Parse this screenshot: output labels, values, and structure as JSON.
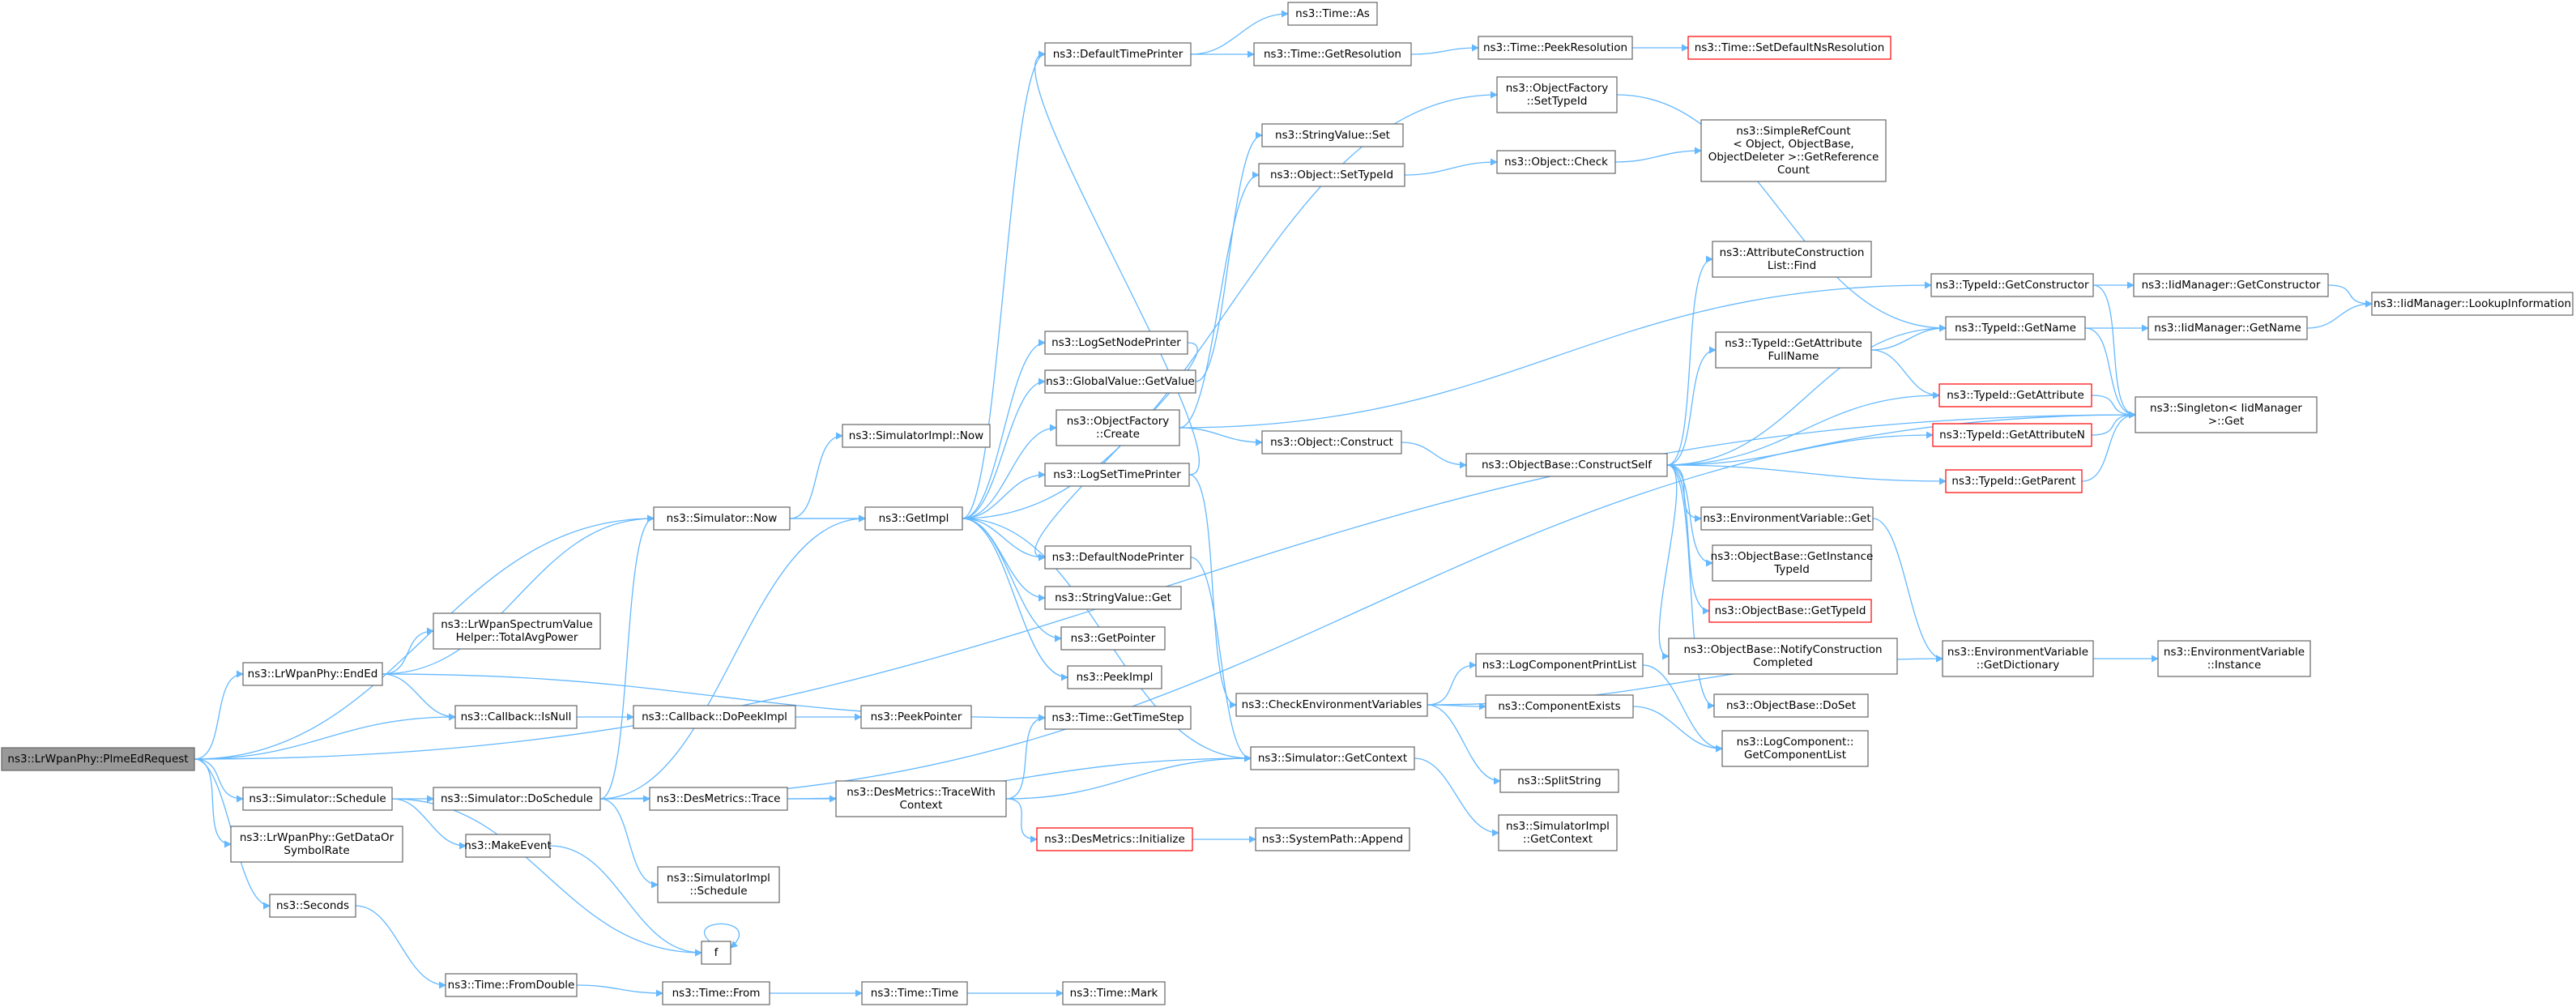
{
  "colors": {
    "edge": "#63b8ff",
    "node_border": "#666666",
    "node_fill": "#ffffff",
    "root_fill": "#999999",
    "root_border": "#666666",
    "red_border": "#ff0000"
  },
  "nodes": [
    {
      "id": "n0",
      "lines": [
        "ns3::LrWpanPhy::PlmeEdRequest"
      ],
      "style": "root"
    },
    {
      "id": "n1",
      "lines": [
        "ns3::Simulator::Now"
      ]
    },
    {
      "id": "n2",
      "lines": [
        "ns3::LrWpanPhy::EndEd"
      ]
    },
    {
      "id": "n3",
      "lines": [
        "ns3::Callback::IsNull"
      ]
    },
    {
      "id": "n4",
      "lines": [
        "ns3::Simulator::Schedule"
      ]
    },
    {
      "id": "n5",
      "lines": [
        "ns3::LrWpanPhy::GetDataOr",
        "SymbolRate"
      ]
    },
    {
      "id": "n6",
      "lines": [
        "ns3::Seconds"
      ]
    },
    {
      "id": "n7",
      "lines": [
        "ns3::LrWpanSpectrumValue",
        "Helper::TotalAvgPower"
      ]
    },
    {
      "id": "n8",
      "lines": [
        "ns3::SimulatorImpl::Now"
      ]
    },
    {
      "id": "n9",
      "lines": [
        "ns3::GetImpl"
      ]
    },
    {
      "id": "n10",
      "lines": [
        "ns3::Callback::DoPeekImpl"
      ]
    },
    {
      "id": "n11",
      "lines": [
        "ns3::Simulator::DoSchedule"
      ]
    },
    {
      "id": "n12",
      "lines": [
        "ns3::MakeEvent"
      ]
    },
    {
      "id": "n13",
      "lines": [
        "ns3::Time::FromDouble"
      ]
    },
    {
      "id": "n14",
      "lines": [
        "ns3::DefaultTimePrinter"
      ]
    },
    {
      "id": "n15",
      "lines": [
        "ns3::LogSetNodePrinter"
      ]
    },
    {
      "id": "n16",
      "lines": [
        "ns3::GlobalValue::GetValue"
      ]
    },
    {
      "id": "n17",
      "lines": [
        "ns3::ObjectFactory",
        "::Create"
      ]
    },
    {
      "id": "n18",
      "lines": [
        "ns3::LogSetTimePrinter"
      ]
    },
    {
      "id": "n19",
      "lines": [
        "ns3::DefaultNodePrinter"
      ]
    },
    {
      "id": "n20",
      "lines": [
        "ns3::StringValue::Get"
      ]
    },
    {
      "id": "n21",
      "lines": [
        "ns3::GetPointer"
      ]
    },
    {
      "id": "n22",
      "lines": [
        "ns3::PeekImpl"
      ]
    },
    {
      "id": "n23",
      "lines": [
        "ns3::PeekPointer"
      ]
    },
    {
      "id": "n24",
      "lines": [
        "ns3::Time::GetTimeStep"
      ]
    },
    {
      "id": "n25",
      "lines": [
        "ns3::DesMetrics::Trace"
      ]
    },
    {
      "id": "n26",
      "lines": [
        "ns3::DesMetrics::TraceWith",
        "Context"
      ]
    },
    {
      "id": "n27",
      "lines": [
        "ns3::SimulatorImpl",
        "::Schedule"
      ]
    },
    {
      "id": "n28",
      "lines": [
        "f"
      ]
    },
    {
      "id": "n29",
      "lines": [
        "ns3::Time::From"
      ]
    },
    {
      "id": "n30",
      "lines": [
        "ns3::Time::Time"
      ]
    },
    {
      "id": "n31",
      "lines": [
        "ns3::Time::Mark"
      ]
    },
    {
      "id": "n32",
      "lines": [
        "ns3::Time::As"
      ]
    },
    {
      "id": "n33",
      "lines": [
        "ns3::Time::GetResolution"
      ]
    },
    {
      "id": "n34",
      "lines": [
        "ns3::StringValue::Set"
      ]
    },
    {
      "id": "n35",
      "lines": [
        "ns3::Object::SetTypeId"
      ]
    },
    {
      "id": "n36",
      "lines": [
        "ns3::Object::Construct"
      ]
    },
    {
      "id": "n37",
      "lines": [
        "ns3::CheckEnvironmentVariables"
      ]
    },
    {
      "id": "n38",
      "lines": [
        "ns3::Simulator::GetContext"
      ]
    },
    {
      "id": "n39",
      "lines": [
        "ns3::DesMetrics::Initialize"
      ],
      "style": "red"
    },
    {
      "id": "n40",
      "lines": [
        "ns3::SystemPath::Append"
      ]
    },
    {
      "id": "n41",
      "lines": [
        "ns3::Time::PeekResolution"
      ]
    },
    {
      "id": "n42",
      "lines": [
        "ns3::Time::SetDefaultNsResolution"
      ],
      "style": "red"
    },
    {
      "id": "n43",
      "lines": [
        "ns3::ObjectFactory",
        "::SetTypeId"
      ]
    },
    {
      "id": "n44",
      "lines": [
        "ns3::Object::Check"
      ]
    },
    {
      "id": "n45",
      "lines": [
        "ns3::SimpleRefCount",
        "< Object, ObjectBase,",
        "ObjectDeleter >::GetReference",
        "Count"
      ]
    },
    {
      "id": "n46",
      "lines": [
        "ns3::ObjectBase::ConstructSelf"
      ]
    },
    {
      "id": "n47",
      "lines": [
        "ns3::LogComponentPrintList"
      ]
    },
    {
      "id": "n48",
      "lines": [
        "ns3::ComponentExists"
      ]
    },
    {
      "id": "n49",
      "lines": [
        "ns3::SplitString"
      ]
    },
    {
      "id": "n50",
      "lines": [
        "ns3::SimulatorImpl",
        "::GetContext"
      ]
    },
    {
      "id": "n51",
      "lines": [
        "ns3::AttributeConstruction",
        "List::Find"
      ]
    },
    {
      "id": "n52",
      "lines": [
        "ns3::TypeId::GetAttribute",
        "FullName"
      ]
    },
    {
      "id": "n53",
      "lines": [
        "ns3::EnvironmentVariable::Get"
      ]
    },
    {
      "id": "n54",
      "lines": [
        "ns3::ObjectBase::GetInstance",
        "TypeId"
      ]
    },
    {
      "id": "n55",
      "lines": [
        "ns3::ObjectBase::GetTypeId"
      ],
      "style": "red"
    },
    {
      "id": "n56",
      "lines": [
        "ns3::ObjectBase::NotifyConstruction",
        "Completed"
      ]
    },
    {
      "id": "n57",
      "lines": [
        "ns3::ObjectBase::DoSet"
      ]
    },
    {
      "id": "n58",
      "lines": [
        "ns3::LogComponent::",
        "GetComponentList"
      ]
    },
    {
      "id": "n59",
      "lines": [
        "ns3::TypeId::GetConstructor"
      ]
    },
    {
      "id": "n60",
      "lines": [
        "ns3::TypeId::GetName"
      ]
    },
    {
      "id": "n61",
      "lines": [
        "ns3::TypeId::GetAttribute"
      ],
      "style": "red"
    },
    {
      "id": "n62",
      "lines": [
        "ns3::TypeId::GetAttributeN"
      ],
      "style": "red"
    },
    {
      "id": "n63",
      "lines": [
        "ns3::TypeId::GetParent"
      ],
      "style": "red"
    },
    {
      "id": "n64",
      "lines": [
        "ns3::EnvironmentVariable",
        "::GetDictionary"
      ]
    },
    {
      "id": "n65",
      "lines": [
        "ns3::IidManager::GetConstructor"
      ]
    },
    {
      "id": "n66",
      "lines": [
        "ns3::IidManager::GetName"
      ]
    },
    {
      "id": "n67",
      "lines": [
        "ns3::Singleton< IidManager",
        ">::Get"
      ]
    },
    {
      "id": "n68",
      "lines": [
        "ns3::EnvironmentVariable",
        "::Instance"
      ]
    },
    {
      "id": "n69",
      "lines": [
        "ns3::IidManager::LookupInformation"
      ]
    }
  ],
  "edges": [
    [
      "n0",
      "n1"
    ],
    [
      "n0",
      "n2"
    ],
    [
      "n0",
      "n3"
    ],
    [
      "n0",
      "n4"
    ],
    [
      "n0",
      "n5"
    ],
    [
      "n0",
      "n6"
    ],
    [
      "n0",
      "n67"
    ],
    [
      "n1",
      "n8"
    ],
    [
      "n1",
      "n9"
    ],
    [
      "n2",
      "n1"
    ],
    [
      "n2",
      "n7"
    ],
    [
      "n2",
      "n3"
    ],
    [
      "n2",
      "n24"
    ],
    [
      "n3",
      "n10"
    ],
    [
      "n10",
      "n23"
    ],
    [
      "n4",
      "n11"
    ],
    [
      "n4",
      "n12"
    ],
    [
      "n4",
      "n28"
    ],
    [
      "n6",
      "n13"
    ],
    [
      "n13",
      "n29"
    ],
    [
      "n29",
      "n30"
    ],
    [
      "n30",
      "n31"
    ],
    [
      "n11",
      "n1"
    ],
    [
      "n11",
      "n9"
    ],
    [
      "n11",
      "n25"
    ],
    [
      "n11",
      "n27"
    ],
    [
      "n11",
      "n67"
    ],
    [
      "n12",
      "n28"
    ],
    [
      "n28",
      "n28"
    ],
    [
      "n25",
      "n26"
    ],
    [
      "n25",
      "n38"
    ],
    [
      "n26",
      "n24"
    ],
    [
      "n26",
      "n38"
    ],
    [
      "n26",
      "n39"
    ],
    [
      "n39",
      "n40"
    ],
    [
      "n9",
      "n14"
    ],
    [
      "n9",
      "n15"
    ],
    [
      "n9",
      "n16"
    ],
    [
      "n9",
      "n17"
    ],
    [
      "n9",
      "n18"
    ],
    [
      "n9",
      "n19"
    ],
    [
      "n9",
      "n20"
    ],
    [
      "n9",
      "n21"
    ],
    [
      "n9",
      "n22"
    ],
    [
      "n9",
      "n43"
    ],
    [
      "n9",
      "n1"
    ],
    [
      "n9",
      "n38"
    ],
    [
      "n14",
      "n32"
    ],
    [
      "n14",
      "n33"
    ],
    [
      "n33",
      "n41"
    ],
    [
      "n41",
      "n42"
    ],
    [
      "n16",
      "n34"
    ],
    [
      "n17",
      "n35"
    ],
    [
      "n17",
      "n36"
    ],
    [
      "n17",
      "n59"
    ],
    [
      "n35",
      "n44"
    ],
    [
      "n44",
      "n45"
    ],
    [
      "n36",
      "n46"
    ],
    [
      "n18",
      "n14"
    ],
    [
      "n18",
      "n37"
    ],
    [
      "n15",
      "n19"
    ],
    [
      "n19",
      "n38"
    ],
    [
      "n37",
      "n47"
    ],
    [
      "n37",
      "n48"
    ],
    [
      "n37",
      "n49"
    ],
    [
      "n37",
      "n64"
    ],
    [
      "n47",
      "n58"
    ],
    [
      "n48",
      "n58"
    ],
    [
      "n38",
      "n50"
    ],
    [
      "n43",
      "n60"
    ],
    [
      "n46",
      "n51"
    ],
    [
      "n46",
      "n52"
    ],
    [
      "n46",
      "n60"
    ],
    [
      "n46",
      "n61"
    ],
    [
      "n46",
      "n62"
    ],
    [
      "n46",
      "n63"
    ],
    [
      "n46",
      "n53"
    ],
    [
      "n46",
      "n54"
    ],
    [
      "n46",
      "n55"
    ],
    [
      "n46",
      "n56"
    ],
    [
      "n46",
      "n57"
    ],
    [
      "n52",
      "n60"
    ],
    [
      "n52",
      "n61"
    ],
    [
      "n53",
      "n64"
    ],
    [
      "n64",
      "n68"
    ],
    [
      "n59",
      "n65"
    ],
    [
      "n59",
      "n67"
    ],
    [
      "n60",
      "n66"
    ],
    [
      "n60",
      "n67"
    ],
    [
      "n61",
      "n67"
    ],
    [
      "n62",
      "n67"
    ],
    [
      "n63",
      "n67"
    ],
    [
      "n65",
      "n69"
    ],
    [
      "n66",
      "n69"
    ]
  ]
}
